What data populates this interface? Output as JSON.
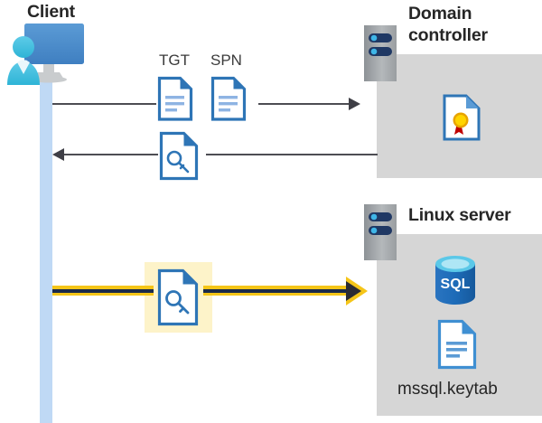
{
  "diagram": {
    "type": "kerberos-authentication-flow",
    "background": "#ffffff",
    "panel_color": "#d6d6d6",
    "highlight_color": "#fdf3c9",
    "accent_yellow": "#f5c518",
    "line_color": "#4d4d53"
  },
  "client": {
    "title": "Client",
    "icon": "user-workstation-icon",
    "lifeline_color": "#bfd9f5"
  },
  "domain_controller": {
    "title": "Domain controller",
    "title_line_1": "Domain",
    "title_line_2": "controller",
    "server_icon": "server-rack-icon",
    "content_icon": "certificate-document-icon"
  },
  "linux_server": {
    "title": "Linux server",
    "server_icon": "server-rack-icon",
    "database_icon": "sql-database-icon",
    "database_label": "SQL",
    "file_icon": "text-document-icon",
    "file_name": "mssql.keytab"
  },
  "messages": [
    {
      "id": "request-tgt-spn",
      "labels": [
        "TGT",
        "SPN"
      ],
      "icons": [
        "tgt-document-icon",
        "spn-document-icon"
      ],
      "direction": "client-to-domain-controller",
      "arrowhead": "right"
    },
    {
      "id": "service-ticket-response",
      "labels": [],
      "icons": [
        "key-document-icon"
      ],
      "direction": "domain-controller-to-client",
      "arrowhead": "left"
    },
    {
      "id": "keytab-authentication",
      "labels": [],
      "icons": [
        "keytab-key-document-icon"
      ],
      "direction": "client-to-linux-server",
      "arrowhead": "right",
      "highlighted": true
    }
  ],
  "labels": {
    "tgt": "TGT",
    "spn": "SPN",
    "sql": "SQL",
    "keytab_file": "mssql.keytab"
  }
}
